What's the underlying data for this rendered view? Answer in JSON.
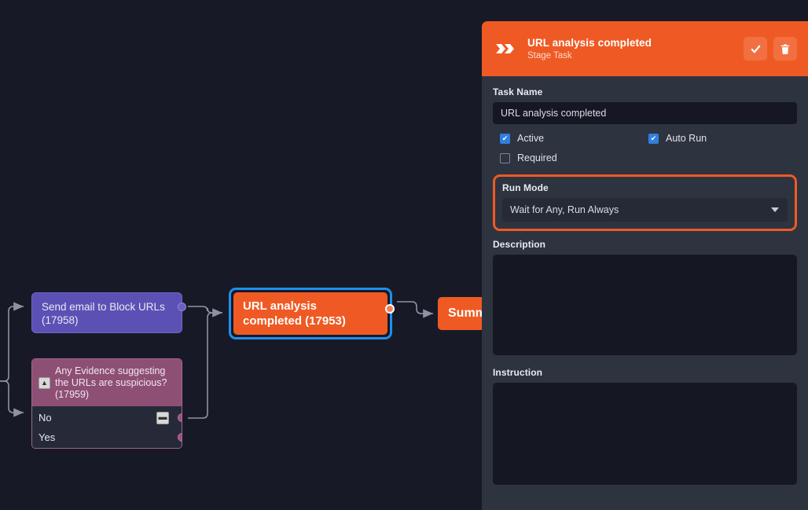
{
  "canvas": {
    "nodes": [
      {
        "id": "17958",
        "type": "task-node",
        "label": "Send email to Block URLs",
        "sublabel": "(17958)",
        "color": "#5b51b5"
      },
      {
        "id": "17959",
        "type": "decision-node",
        "label": "Any Evidence suggesting the URLs are suspicious?",
        "sublabel": "(17959)",
        "color": "#8e4f75",
        "options": [
          {
            "label": "No"
          },
          {
            "label": "Yes"
          }
        ]
      },
      {
        "id": "17953",
        "type": "task-node-selected",
        "label": "URL analysis completed (17953)",
        "color": "#ef5a24",
        "selection_color": "#1f8ff0"
      },
      {
        "id": "summary",
        "type": "task-node-clipped",
        "label": "Summ",
        "color": "#ef5a24"
      }
    ],
    "collapse_icon": "chevron-up-icon",
    "minus_icon": "minus-icon"
  },
  "panel": {
    "header": {
      "icon": "stage-task-icon",
      "title": "URL analysis completed",
      "subtitle": "Stage Task",
      "confirm_icon": "check-icon",
      "delete_icon": "trash-icon",
      "accent_color": "#ef5a24"
    },
    "task_name": {
      "label": "Task Name",
      "value": "URL analysis completed",
      "placeholder": ""
    },
    "checkboxes": [
      {
        "label": "Active",
        "checked": true
      },
      {
        "label": "Auto Run",
        "checked": true
      },
      {
        "label": "Required",
        "checked": false
      }
    ],
    "run_mode": {
      "label": "Run Mode",
      "value": "Wait for Any, Run Always",
      "highlight_color": "#ef5a24",
      "caret_icon": "chevron-down-icon"
    },
    "description": {
      "label": "Description",
      "value": "",
      "placeholder": ""
    },
    "instruction": {
      "label": "Instruction",
      "value": "",
      "placeholder": ""
    }
  }
}
